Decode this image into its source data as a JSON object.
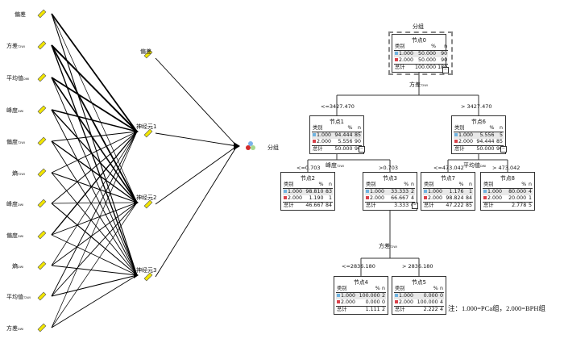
{
  "network": {
    "inputs": [
      {
        "name": "偏差",
        "sub": ""
      },
      {
        "name": "方差",
        "sub": "T2WI"
      },
      {
        "name": "平均值",
        "sub": "DWI"
      },
      {
        "name": "峰度",
        "sub": "DWI"
      },
      {
        "name": "偏度",
        "sub": "T2WI"
      },
      {
        "name": "熵",
        "sub": "T2WI"
      },
      {
        "name": "峰度",
        "sub": "DWI"
      },
      {
        "name": "偏度",
        "sub": "DWI"
      },
      {
        "name": "熵",
        "sub": "DWI"
      },
      {
        "name": "平均值",
        "sub": "T2WI"
      },
      {
        "name": "方差",
        "sub": "DWI"
      }
    ],
    "hidden_bias": "偏差",
    "hidden": [
      "神经元1",
      "神经元2",
      "神经元3"
    ],
    "output": "分组"
  },
  "tree": {
    "title": "分组",
    "header": {
      "cat": "类别",
      "pct": "%",
      "n": "n",
      "total": "总计"
    },
    "colors": {
      "c1": "#6fb3e0",
      "c2": "#d9414a"
    },
    "nodes": {
      "n0": {
        "title": "节点0",
        "rows": [
          [
            "1.000",
            "50.000",
            "90"
          ],
          [
            "2.000",
            "50.000",
            "90"
          ]
        ],
        "total": [
          "100.000",
          "180"
        ]
      },
      "n1": {
        "title": "节点1",
        "rows": [
          [
            "1.000",
            "94.444",
            "85"
          ],
          [
            "2.000",
            "5.556",
            "90"
          ]
        ],
        "total": [
          "50.000",
          "90"
        ]
      },
      "n6": {
        "title": "节点6",
        "rows": [
          [
            "1.000",
            "5.556",
            "5"
          ],
          [
            "2.000",
            "94.444",
            "85"
          ]
        ],
        "total": [
          "50.000",
          "90"
        ]
      },
      "n2": {
        "title": "节点2",
        "rows": [
          [
            "1.000",
            "98.810",
            "83"
          ],
          [
            "2.000",
            "1.190",
            "1"
          ]
        ],
        "total": [
          "46.667",
          "84"
        ]
      },
      "n3": {
        "title": "节点3",
        "rows": [
          [
            "1.000",
            "33.333",
            "2"
          ],
          [
            "2.000",
            "66.667",
            "4"
          ]
        ],
        "total": [
          "3.333",
          "6"
        ]
      },
      "n7": {
        "title": "节点7",
        "rows": [
          [
            "1.000",
            "1.176",
            "1"
          ],
          [
            "2.000",
            "98.824",
            "84"
          ]
        ],
        "total": [
          "47.222",
          "85"
        ]
      },
      "n8": {
        "title": "节点8",
        "rows": [
          [
            "1.000",
            "80.000",
            "4"
          ],
          [
            "2.000",
            "20.000",
            "1"
          ]
        ],
        "total": [
          "2.778",
          "5"
        ]
      },
      "n4": {
        "title": "节点4",
        "rows": [
          [
            "1.000",
            "100.000",
            "2"
          ],
          [
            "2.000",
            "0.000",
            "0"
          ]
        ],
        "total": [
          "1.111",
          "2"
        ]
      },
      "n5": {
        "title": "节点5",
        "rows": [
          [
            "1.000",
            "0.000",
            "0"
          ],
          [
            "2.000",
            "100.000",
            "4"
          ]
        ],
        "total": [
          "2.222",
          "4"
        ]
      }
    },
    "splits": {
      "s0": {
        "var": "方差",
        "sub": "T2WI",
        "left": "<=3427.470",
        "right": "> 3427.470"
      },
      "s1": {
        "var": "峰度",
        "sub": "T2WI",
        "left": "<=0.703",
        "right": ">0.703"
      },
      "s6": {
        "var": "平均值",
        "sub": "DWI",
        "left": "<=473.042",
        "right": "> 473.042"
      },
      "s3": {
        "var": "方差",
        "sub": "T2WI",
        "left": "<=2836.180",
        "right": "> 2836.180"
      }
    },
    "note": "注：1.000=PCa组，2.000=BPH组"
  }
}
